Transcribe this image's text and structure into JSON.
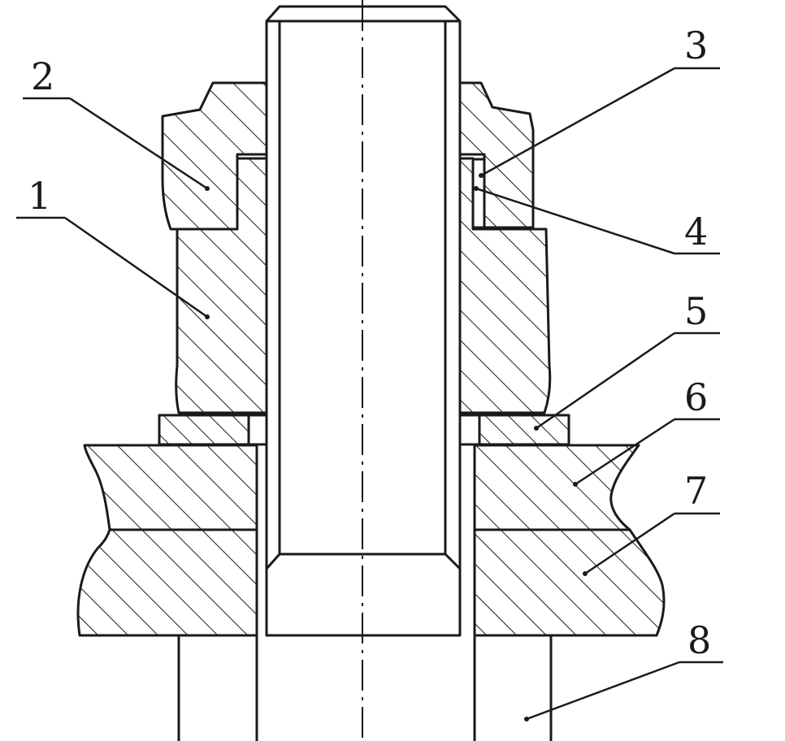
{
  "diagram": {
    "callouts": [
      {
        "id": "callout-2",
        "number": "2"
      },
      {
        "id": "callout-1",
        "number": "1"
      },
      {
        "id": "callout-3",
        "number": "3"
      },
      {
        "id": "callout-4",
        "number": "4"
      },
      {
        "id": "callout-5",
        "number": "5"
      },
      {
        "id": "callout-6",
        "number": "6"
      },
      {
        "id": "callout-7",
        "number": "7"
      },
      {
        "id": "callout-8",
        "number": "8"
      }
    ],
    "colors": {
      "line": "#1a1a1a",
      "background": "#ffffff"
    }
  }
}
